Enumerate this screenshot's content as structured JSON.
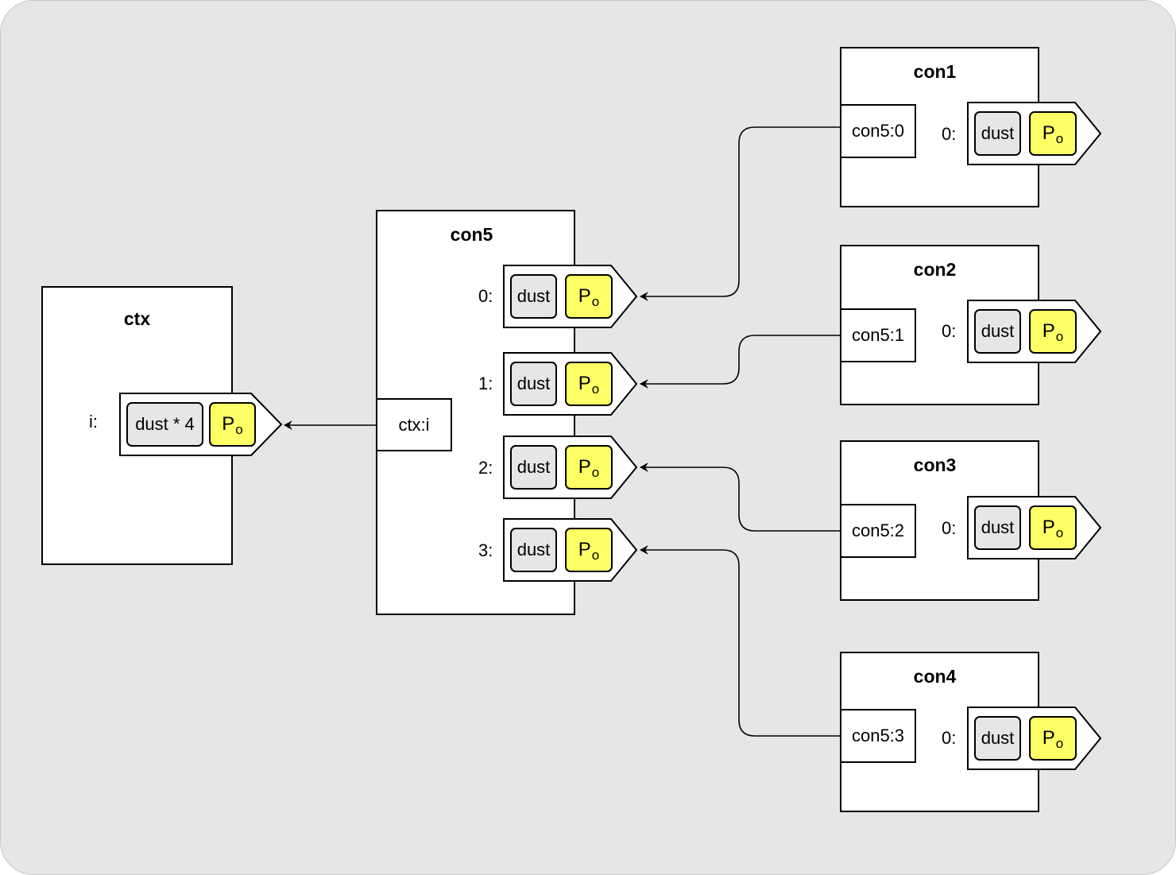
{
  "nodes": {
    "ctx": {
      "title": "ctx",
      "port_label": "i:",
      "value": "dust * 4",
      "symbol": "P",
      "symbol_sub": "o"
    },
    "con5": {
      "title": "con5",
      "input": "ctx:i",
      "ports": [
        {
          "label": "0:",
          "value": "dust",
          "symbol": "P",
          "symbol_sub": "o"
        },
        {
          "label": "1:",
          "value": "dust",
          "symbol": "P",
          "symbol_sub": "o"
        },
        {
          "label": "2:",
          "value": "dust",
          "symbol": "P",
          "symbol_sub": "o"
        },
        {
          "label": "3:",
          "value": "dust",
          "symbol": "P",
          "symbol_sub": "o"
        }
      ]
    },
    "con1": {
      "title": "con1",
      "input": "con5:0",
      "port_label": "0:",
      "value": "dust",
      "symbol": "P",
      "symbol_sub": "o"
    },
    "con2": {
      "title": "con2",
      "input": "con5:1",
      "port_label": "0:",
      "value": "dust",
      "symbol": "P",
      "symbol_sub": "o"
    },
    "con3": {
      "title": "con3",
      "input": "con5:2",
      "port_label": "0:",
      "value": "dust",
      "symbol": "P",
      "symbol_sub": "o"
    },
    "con4": {
      "title": "con4",
      "input": "con5:3",
      "port_label": "0:",
      "value": "dust",
      "symbol": "P",
      "symbol_sub": "o"
    }
  },
  "edges": [
    {
      "from": "con5.input",
      "to": "ctx.output"
    },
    {
      "from": "con1.input",
      "to": "con5.port0"
    },
    {
      "from": "con2.input",
      "to": "con5.port1"
    },
    {
      "from": "con3.input",
      "to": "con5.port2"
    },
    {
      "from": "con4.input",
      "to": "con5.port3"
    }
  ],
  "colors": {
    "background": "#e6e6e6",
    "node_fill": "#ffffff",
    "chip_gray": "#e6e6e6",
    "chip_yellow": "#ffff66"
  }
}
